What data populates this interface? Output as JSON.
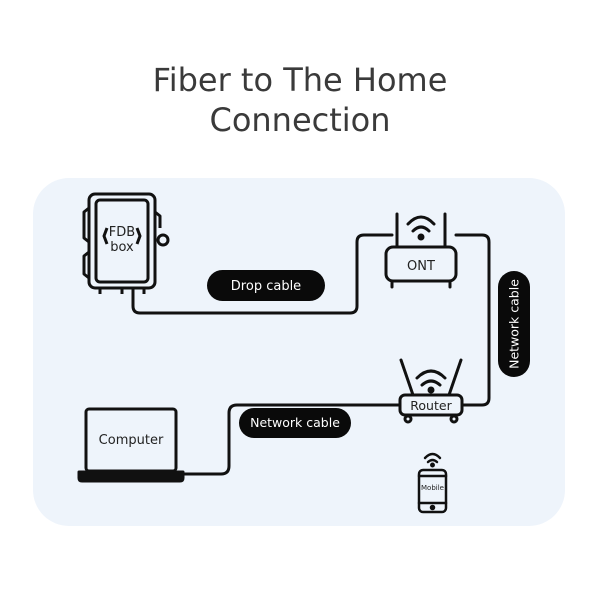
{
  "title": {
    "line1": "Fiber to The Home",
    "line2": "Connection"
  },
  "devices": {
    "fdb_box": {
      "line1": "FDB",
      "line2": "box",
      "icon": "junction-box-icon"
    },
    "ont": {
      "label": "ONT",
      "icon": "wifi-router-icon"
    },
    "router": {
      "label": "Router",
      "icon": "wifi-router-icon"
    },
    "computer": {
      "label": "Computer",
      "icon": "laptop-icon"
    },
    "mobile": {
      "label": "Mobile",
      "icon": "smartphone-icon"
    }
  },
  "cables": {
    "drop": {
      "label": "Drop cable"
    },
    "network_vertical": {
      "label": "Network cable"
    },
    "network_horizontal": {
      "label": "Network cable"
    }
  },
  "colors": {
    "panel": "#eef4fb",
    "stroke": "#111111",
    "label_bg": "#0a0a0a",
    "label_text": "#ffffff",
    "title_text": "#3a3a3a"
  }
}
